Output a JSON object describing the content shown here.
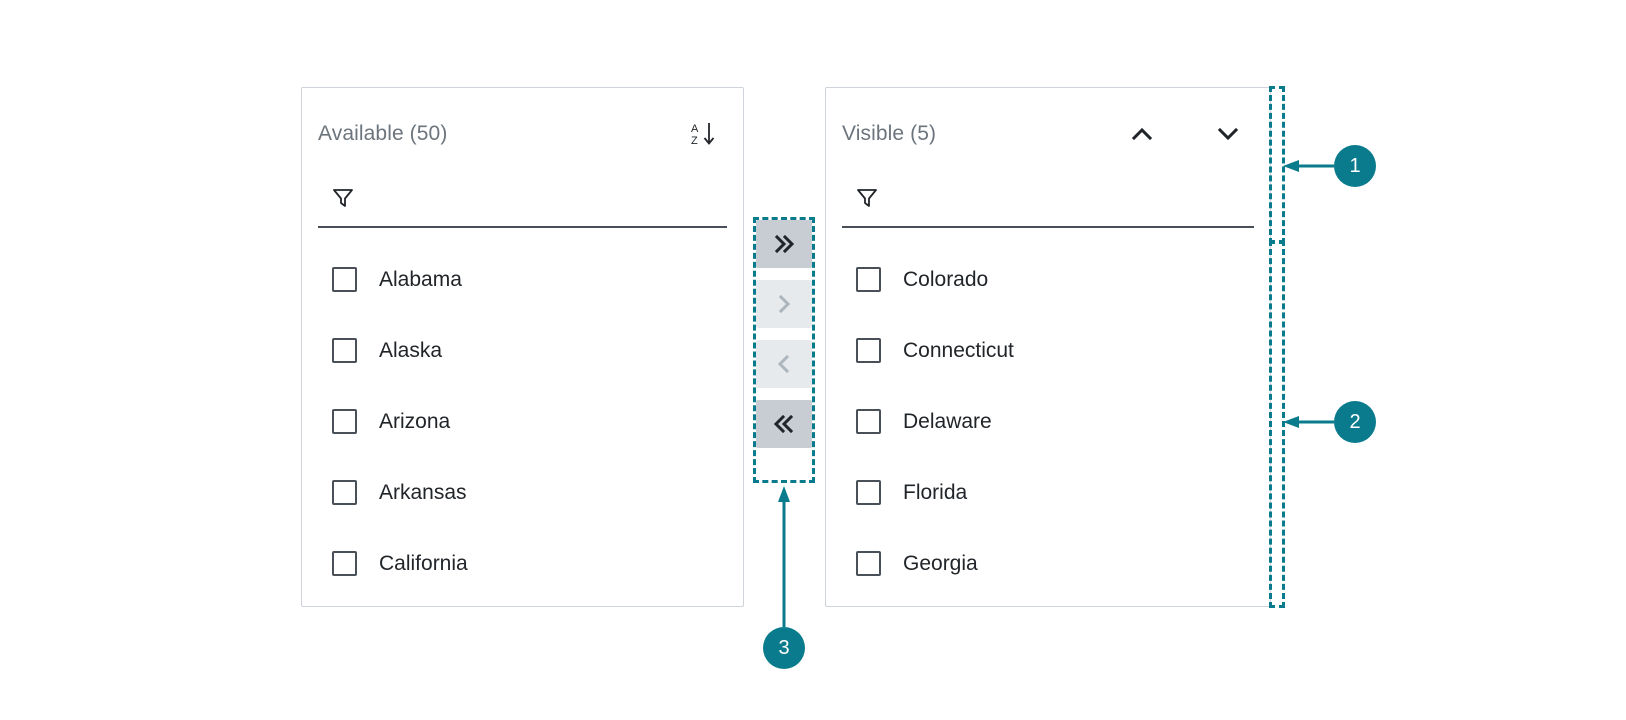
{
  "component": {
    "name": "Dual list box column chooser"
  },
  "panels": {
    "available": {
      "title": "Available (50)",
      "sort_icon": "sort-az-descending-icon",
      "filter": {
        "icon": "funnel-filter-icon",
        "value": "",
        "placeholder": ""
      },
      "items": [
        {
          "label": "Alabama",
          "checked": false
        },
        {
          "label": "Alaska",
          "checked": false
        },
        {
          "label": "Arizona",
          "checked": false
        },
        {
          "label": "Arkansas",
          "checked": false
        },
        {
          "label": "California",
          "checked": false
        }
      ]
    },
    "visible": {
      "title": "Visible (5)",
      "move_up_icon": "chevron-up-icon",
      "move_down_icon": "chevron-down-icon",
      "filter": {
        "icon": "funnel-filter-icon",
        "value": "",
        "placeholder": ""
      },
      "items": [
        {
          "label": "Colorado",
          "checked": false
        },
        {
          "label": "Connecticut",
          "checked": false
        },
        {
          "label": "Delaware",
          "checked": false
        },
        {
          "label": "Florida",
          "checked": false
        },
        {
          "label": "Georgia",
          "checked": false
        }
      ]
    }
  },
  "transfer_buttons": [
    {
      "icon": "double-chevron-right-icon",
      "glyph": "»",
      "state": "enabled"
    },
    {
      "icon": "chevron-right-icon",
      "glyph": "›",
      "state": "disabled"
    },
    {
      "icon": "chevron-left-icon",
      "glyph": "‹",
      "state": "disabled"
    },
    {
      "icon": "double-chevron-left-icon",
      "glyph": "«",
      "state": "enabled"
    }
  ],
  "annotations": [
    {
      "number": "1",
      "target": "panel-header-region"
    },
    {
      "number": "2",
      "target": "panel-list-region"
    },
    {
      "number": "3",
      "target": "transfer-buttons-region"
    }
  ],
  "colors": {
    "accent": "#0a7b8c",
    "panel_border": "#ced4da",
    "title_text": "#6c757d",
    "item_text": "#212529",
    "button_enabled": "#c7cdd3",
    "button_disabled": "#e7eaed"
  }
}
